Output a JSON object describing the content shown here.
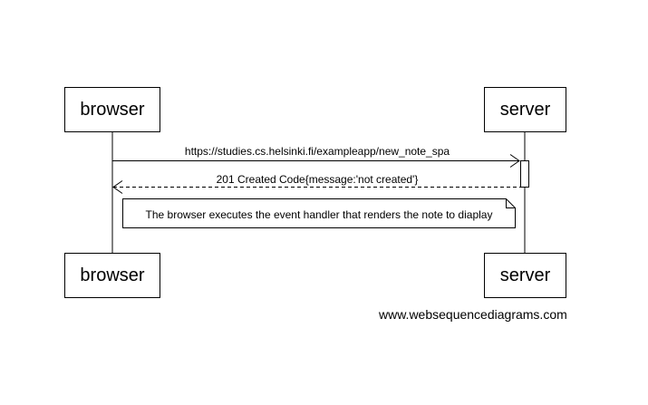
{
  "participants": {
    "browser": "browser",
    "server": "server"
  },
  "messages": {
    "request": "https://studies.cs.helsinki.fi/exampleapp/new_note_spa",
    "response": "201 Created Code{message:'not created'}"
  },
  "note": "The browser executes the event handler  that renders the note to diaplay",
  "watermark": "www.websequencediagrams.com"
}
